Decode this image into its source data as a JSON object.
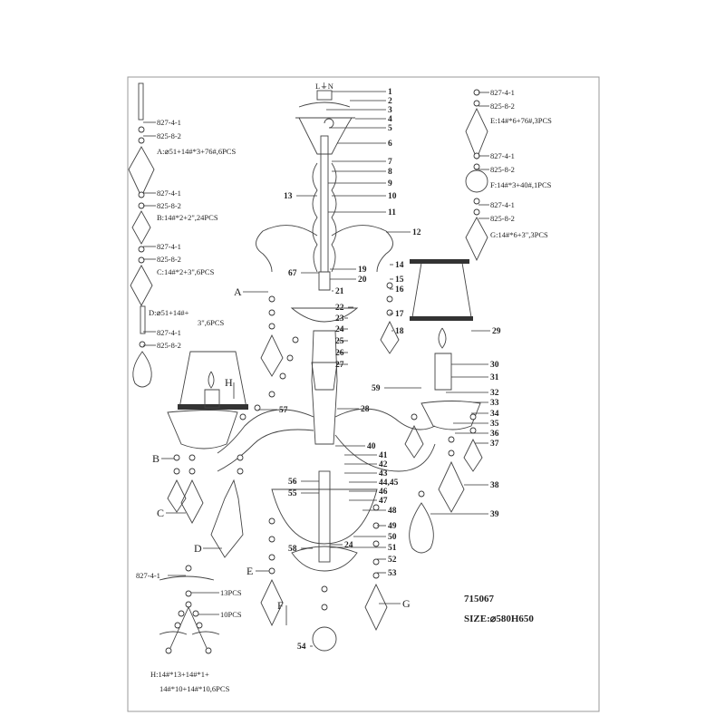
{
  "title_block": {
    "model": "715067",
    "size": "SIZE:⌀580H650"
  },
  "terminal_label": "L⏚N",
  "legend": {
    "A": {
      "part1": "827-4-1",
      "part2": "825-8-2",
      "spec": "A:⌀51+14#*3+76#,6PCS"
    },
    "B": {
      "part1": "827-4-1",
      "part2": "825-8-2",
      "spec": "B:14#*2+2\",24PCS"
    },
    "C": {
      "part1": "827-4-1",
      "part2": "825-8-2",
      "spec": "C:14#*2+3\",6PCS"
    },
    "D": {
      "spec1": "D:⌀51+14#+",
      "spec2": "3\",6PCS",
      "part1": "827-4-1",
      "part2": "825-8-2"
    },
    "E": {
      "part1": "827-4-1",
      "part2": "825-8-2",
      "spec": "E:14#*6+76#,3PCS"
    },
    "F": {
      "part1": "827-4-1",
      "part2": "825-8-2",
      "spec": "F:14#*3+40#,1PCS"
    },
    "G": {
      "part1": "827-4-1",
      "part2": "825-8-2",
      "spec": "G:14#*6+3\",3PCS"
    },
    "H": {
      "part1": "827-4-1",
      "count1": "13PCS",
      "count2": "10PCS",
      "spec1": "H:14#*13+14#*1+",
      "spec2": "14#*10+14#*10,6PCS"
    }
  },
  "letters": [
    "A",
    "B",
    "C",
    "D",
    "E",
    "F",
    "G",
    "H"
  ],
  "callouts": [
    "1",
    "2",
    "3",
    "4",
    "5",
    "6",
    "7",
    "8",
    "9",
    "10",
    "11",
    "12",
    "13",
    "14",
    "15",
    "16",
    "17",
    "18",
    "19",
    "20",
    "21",
    "22",
    "23",
    "24",
    "25",
    "26",
    "27",
    "28",
    "29",
    "30",
    "31",
    "32",
    "33",
    "34",
    "35",
    "36",
    "37",
    "38",
    "39",
    "40",
    "41",
    "42",
    "43",
    "44,45",
    "46",
    "47",
    "48",
    "49",
    "50",
    "51",
    "52",
    "53",
    "54",
    "55",
    "56",
    "57",
    "58",
    "59",
    "67",
    "24"
  ]
}
